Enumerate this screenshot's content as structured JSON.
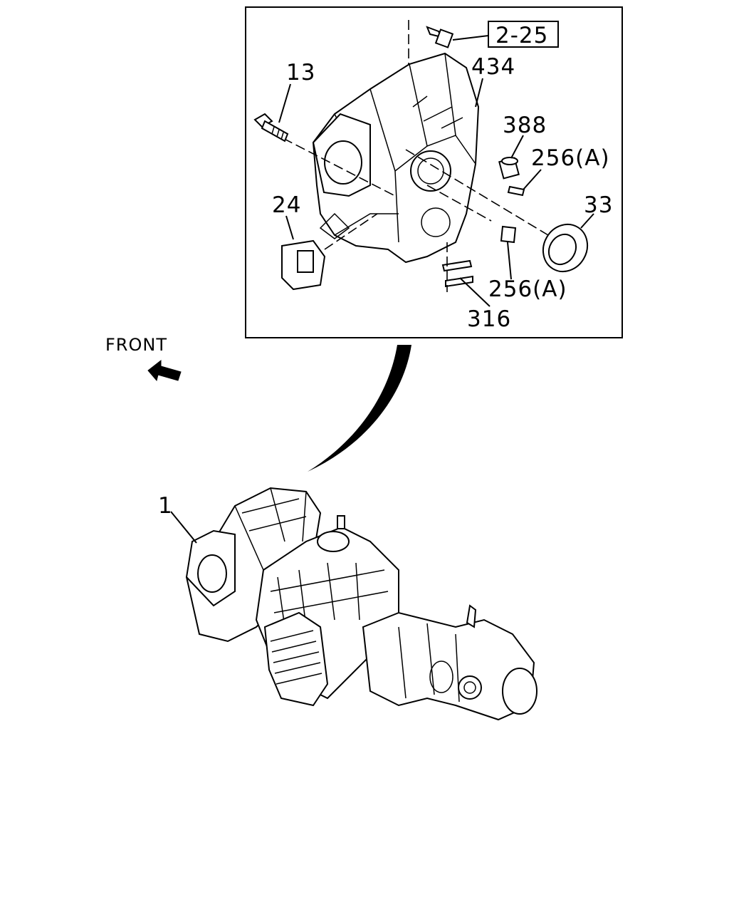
{
  "detail_box": {
    "ref_box_label": "2-25",
    "labels": {
      "p434": "434",
      "p13": "13",
      "p388": "388",
      "p256a_upper": "256(A)",
      "p24": "24",
      "p33": "33",
      "p256a_lower": "256(A)",
      "p316": "316"
    }
  },
  "front_indicator": {
    "label": "FRONT",
    "icon": "arrow-icon"
  },
  "main_assembly": {
    "label": "1"
  }
}
